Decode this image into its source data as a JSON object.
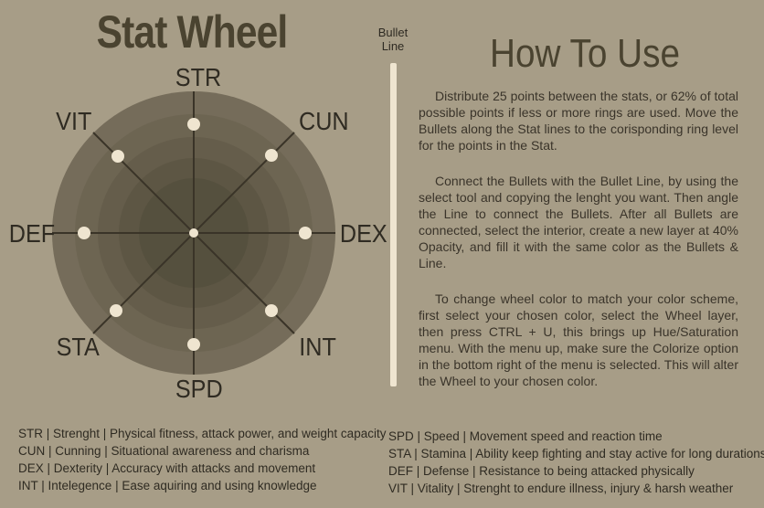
{
  "title": "Stat Wheel",
  "howto_title": "How To Use",
  "bullet_line": {
    "line1": "Bullet",
    "line2": "Line"
  },
  "stats": {
    "str": "STR",
    "cun": "CUN",
    "dex": "DEX",
    "int": "INT",
    "spd": "SPD",
    "sta": "STA",
    "def": "DEF",
    "vit": "VIT"
  },
  "instructions": [
    "Distribute 25 points between the stats, or 62% of total possible points if less or more rings are used. Move the Bullets along the Stat lines to the corisponding ring level for the points in the Stat.",
    "Connect the Bullets with the Bullet Line, by using the select tool and copying the lenght you want. Then angle the Line to connect the Bullets. After all Bullets are connected, select the interior, create a new layer at 40% Opacity, and fill it with the same color as the Bullets & Line.",
    "To change wheel color to match your color scheme, first select your chosen color, select the Wheel layer, then press CTRL + U, this brings up Hue/Saturation menu. With the menu up, make sure the Colorize option in the bottom right of the menu is selected. This will alter the Wheel to your chosen color."
  ],
  "legend_left": [
    "STR | Strenght | Physical fitness, attack power, and weight capacity",
    "CUN | Cunning | Situational awareness and charisma",
    "DEX | Dexterity | Accuracy with attacks and movement",
    "INT | Intelegence | Ease aquiring and using knowledge"
  ],
  "legend_right": [
    "SPD | Speed |  Movement speed and reaction time",
    "STA | Stamina | Ability keep fighting and stay active for long durations",
    "DEF | Defense |  Resistance to being attacked physically",
    "VIT | Vitality | Strenght to endure illness, injury & harsh weather"
  ],
  "colors": {
    "background": "#a79d87",
    "wheel_rings": [
      "#756c5a",
      "#6d6552",
      "#655d4b",
      "#5d5644",
      "#55503e"
    ],
    "bullet": "#efe5d0",
    "spoke": "#3a3428"
  }
}
